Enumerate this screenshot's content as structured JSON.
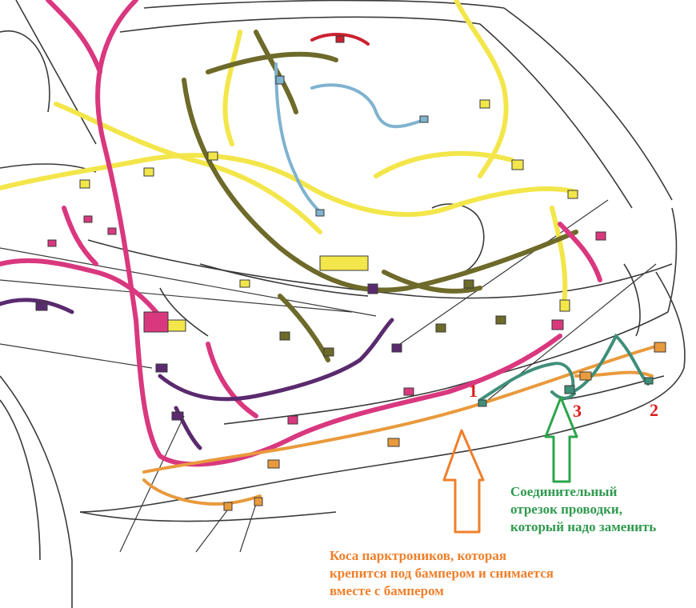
{
  "colors": {
    "outline": "#3a3a3a",
    "wire_magenta": "#d9387f",
    "wire_yellow": "#f3e64a",
    "wire_olive": "#6d6a2a",
    "wire_blue": "#7fb3cf",
    "wire_purple": "#5a2a6e",
    "wire_orange": "#e99a3c",
    "wire_teal": "#3f8f7a",
    "wire_red": "#cc2030",
    "marker_red": "#d81e1e",
    "arrow_orange": "#f07f2a",
    "arrow_green": "#2aa64a",
    "note_green": "#2f9a4e",
    "note_orange": "#f07f2a"
  },
  "markers": [
    {
      "id": "1",
      "text": "1"
    },
    {
      "id": "3",
      "text": "3"
    },
    {
      "id": "2",
      "text": "2"
    }
  ],
  "annotations": {
    "green_note": [
      "Соединительный",
      "отрезок проводки,",
      "который надо заменить"
    ],
    "orange_note": [
      "Коса парктроников, которая",
      "крепится под бампером и снимается",
      "вместе с бампером"
    ]
  }
}
